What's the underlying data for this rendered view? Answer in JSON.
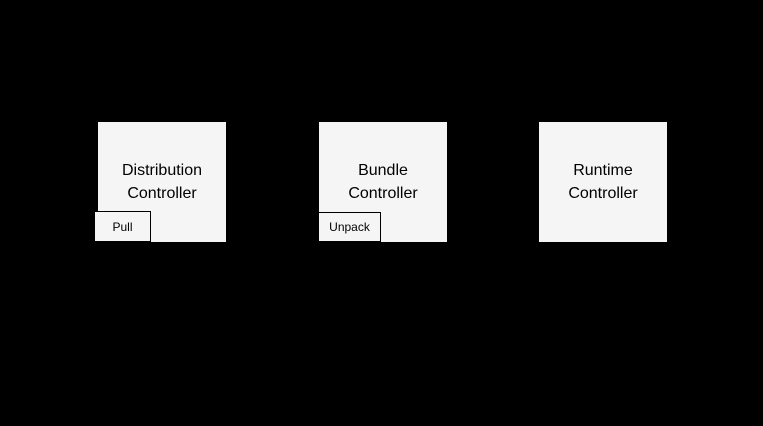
{
  "colors": {
    "background": "#000000",
    "node_fill": "#f5f5f5",
    "node_border": "#000000",
    "text": "#000000"
  },
  "nodes": {
    "distribution": {
      "label": "Distribution\nController",
      "action_label": "Pull"
    },
    "bundle": {
      "label": "Bundle\nController",
      "action_label": "Unpack"
    },
    "runtime": {
      "label": "Runtime\nController"
    }
  }
}
